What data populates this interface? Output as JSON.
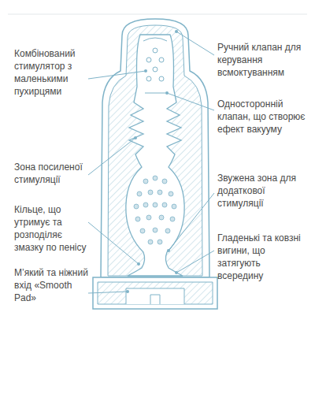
{
  "diagram": {
    "labels": [
      "Ручний клапан для керування всмоктуванням",
      "Комбінований стимулятор з маленькими пухирцями",
      "Односторонній клапан, що створює ефект вакууму",
      "Зона посиленої стимуляції",
      "Звужена зона для додаткової стимуляції",
      "Кільце, що утримує та розподіляє змазку по пенісу",
      "Гладенькі та ковзні вигини, що затягують всередину",
      "М’який та ніжний вхід «Smooth Pad»"
    ]
  }
}
